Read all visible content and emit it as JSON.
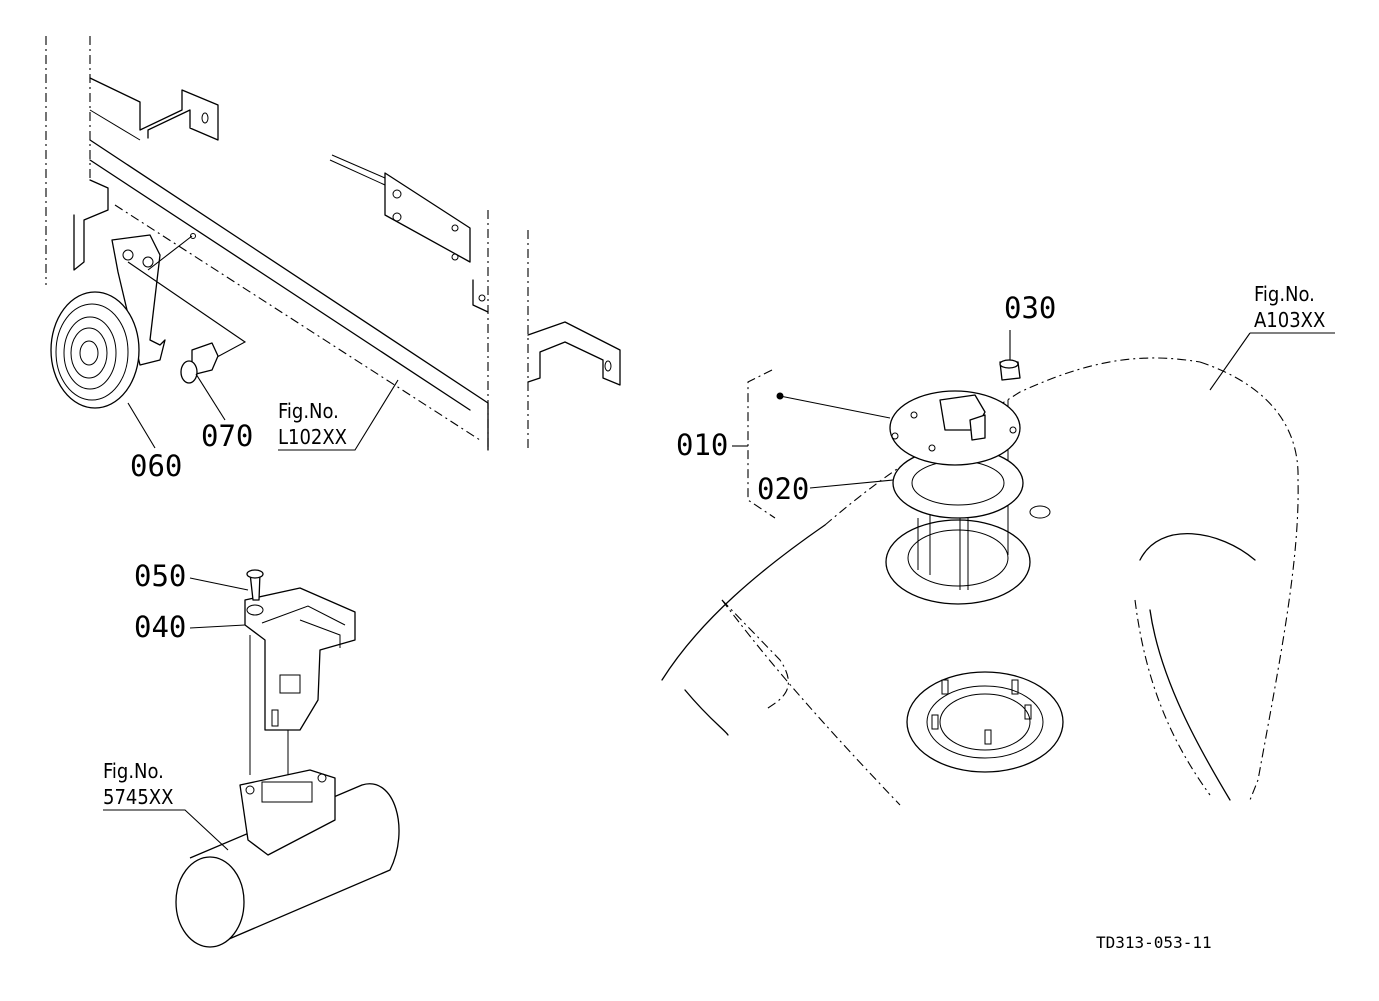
{
  "part_labels": {
    "p010": "010",
    "p020": "020",
    "p030": "030",
    "p040": "040",
    "p050": "050",
    "p060": "060",
    "p070": "070"
  },
  "figure_refs": {
    "tank": {
      "line1": "Fig.No.",
      "line2": "A103XX"
    },
    "frame": {
      "line1": "Fig.No.",
      "line2": "L102XX"
    },
    "pipe": {
      "line1": "Fig.No.",
      "line2": "5745XX"
    }
  },
  "drawing_code": "TD313-053-11"
}
